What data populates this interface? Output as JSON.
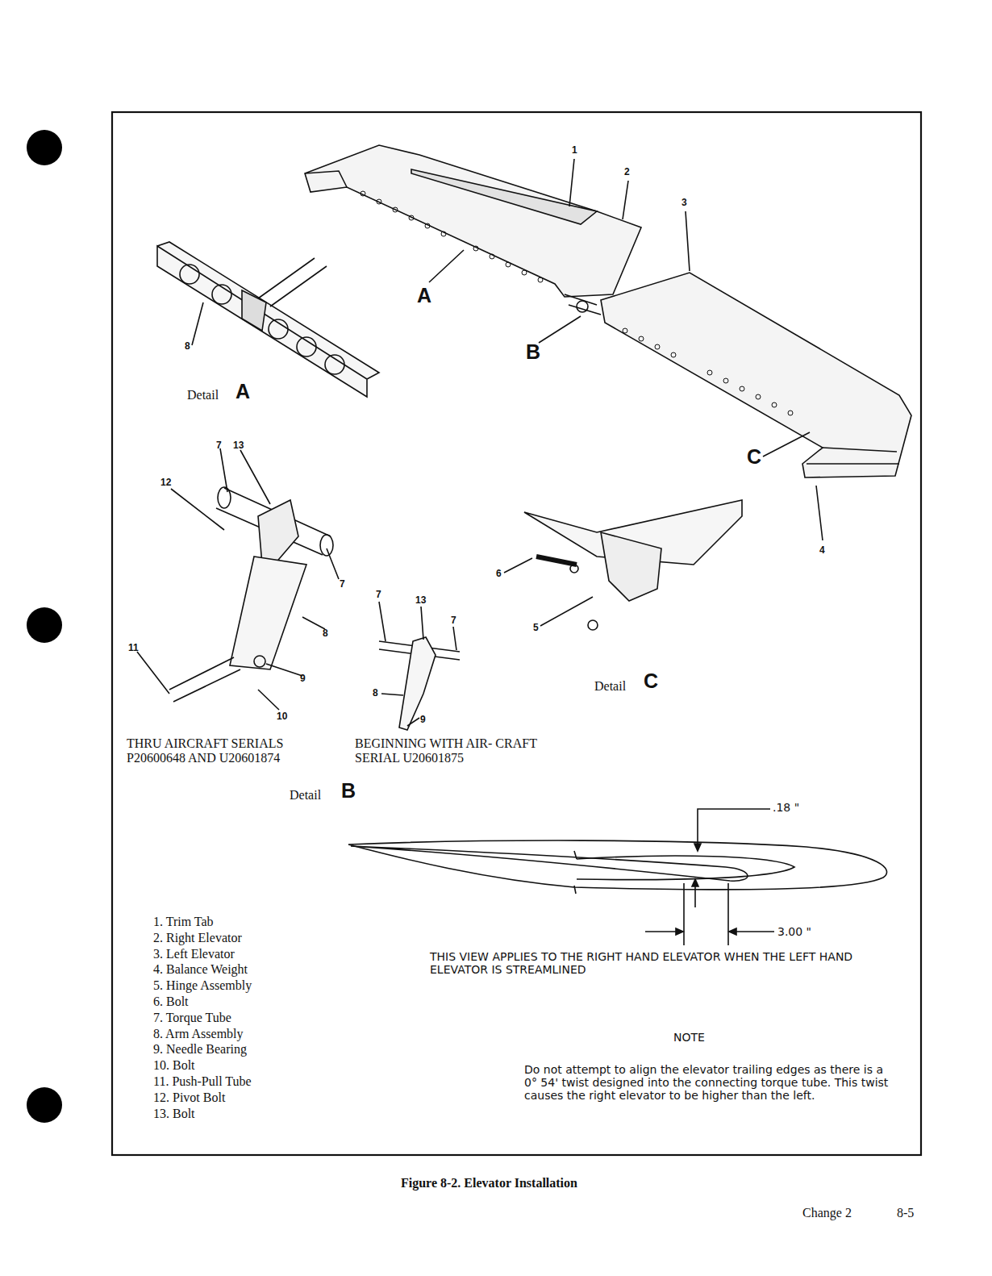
{
  "diagram": {
    "caption": "Figure 8-2.  Elevator Installation",
    "labels": [
      "1",
      "2",
      "3",
      "A",
      "B",
      "8",
      "Detail",
      "A",
      "C",
      "4",
      "7",
      "13",
      "12",
      "7",
      "8",
      "11",
      "9",
      "10",
      "7",
      "13",
      "7",
      "8",
      "9",
      "6",
      "5",
      "Detail",
      "C",
      "THRU AIRCRAFT SERIALS P20600648 AND U20601874",
      "BEGINNING WITH AIR- CRAFT SERIAL U20601875",
      "Detail",
      "B",
      ".18 \"",
      "3.00 \"",
      "THIS VIEW APPLIES TO THE RIGHT HAND ELEVATOR WHEN THE LEFT HAND ELEVATOR IS STREAMLINED",
      "NOTE",
      "Do not attempt to align the elevator trailing edges as there is a 0° 54' twist designed into the connecting torque tube.  This twist causes the right elevator to be higher than the left.",
      "1.  Trim Tab",
      "2.  Right Elevator",
      "3.  Left Elevator",
      "4.  Balance Weight",
      "5.  Hinge Assembly",
      "6.  Bolt",
      "7.  Torque Tube",
      "8.  Arm Assembly",
      "9.  Needle Bearing",
      "10.  Bolt",
      "11.  Push-Pull Tube",
      "12.  Pivot Bolt",
      "13.  Bolt",
      "Change 2",
      "8-5"
    ]
  }
}
